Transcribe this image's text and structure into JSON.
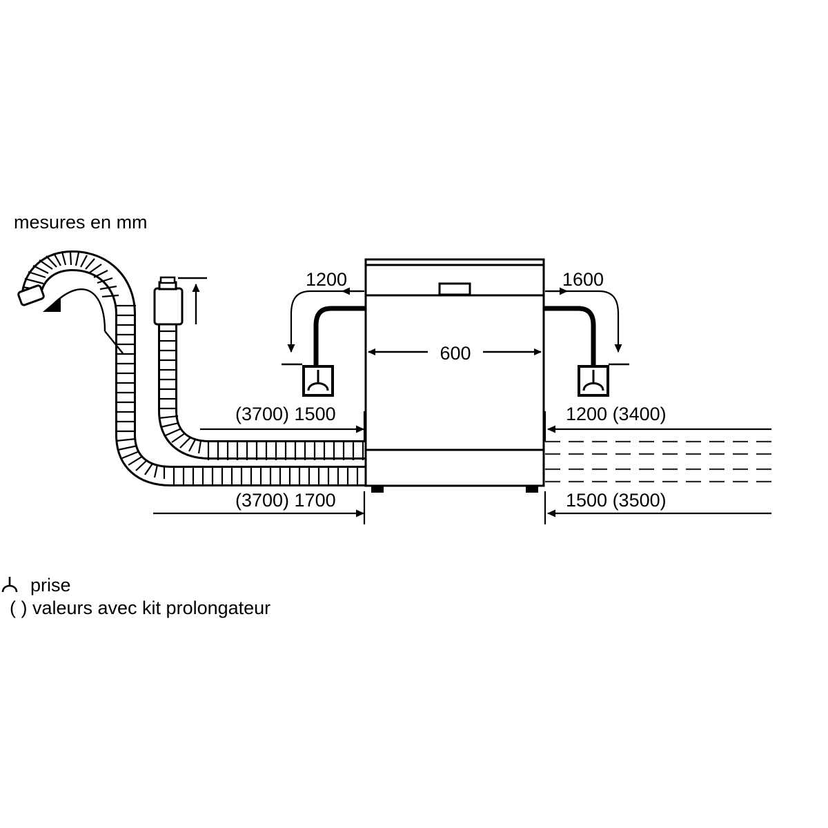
{
  "title_note": "mesures en mm",
  "dimensions": {
    "inlet_hose_left": "1200",
    "inlet_hose_right": "1600",
    "appliance_width": "600",
    "left_upper": "(3700) 1500",
    "left_lower": "(3700) 1700",
    "right_upper": "1200 (3400)",
    "right_lower": "1500 (3500)"
  },
  "legend": {
    "socket": "prise",
    "parentheses": "( ) valeurs avec kit prolongateur"
  },
  "colors": {
    "line": "#000000",
    "background": "#ffffff",
    "thin_line": "#1a1a1a"
  },
  "icons": {
    "socket": "power-socket-icon",
    "appliance": "dishwasher-front-view",
    "drain_hose": "corrugated-drain-hose",
    "inlet_hose": "corrugated-inlet-hose",
    "aquastop": "aquastop-valve"
  }
}
